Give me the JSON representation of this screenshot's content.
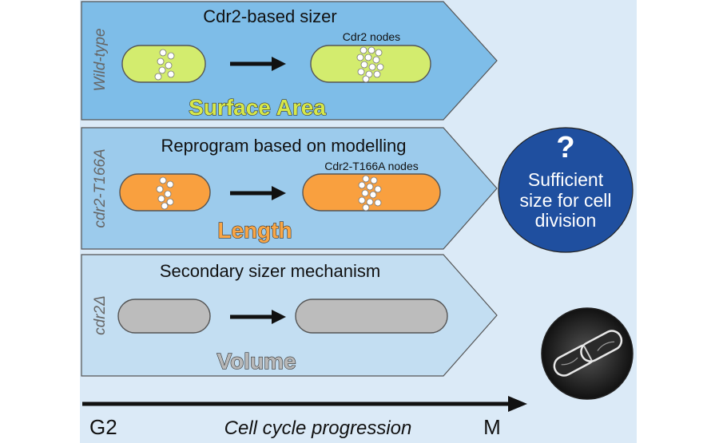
{
  "panels": [
    {
      "genotype": "Wild-type",
      "title": "Cdr2-based sizer",
      "nodes_label": "Cdr2 nodes",
      "measure": "Surface Area",
      "fill": "#7ebde8",
      "cell_color": "#d3ec6e",
      "measure_color": "#d7e84a"
    },
    {
      "genotype": "cdr2-T166A",
      "title": "Reprogram based on modelling",
      "nodes_label": "Cdr2-T166A nodes",
      "measure": "Length",
      "fill": "#9ccbec",
      "cell_color": "#f9a03f",
      "measure_color": "#f9a646"
    },
    {
      "genotype": "cdr2Δ",
      "title": "Secondary sizer mechanism",
      "nodes_label": "",
      "measure": "Volume",
      "fill": "#c3def2",
      "cell_color": "#bcbcbc",
      "measure_color": "#b8b8b8"
    }
  ],
  "circle": {
    "question": "?",
    "lines": [
      "Sufficient",
      "size for cell",
      "division"
    ],
    "fill": "#1f4f9f"
  },
  "timeline": {
    "start": "G2",
    "label": "Cell cycle progression",
    "end": "M"
  },
  "background_color": "#dbeaf7",
  "micrograph_icon": "dividing-yeast-cell-micrograph"
}
